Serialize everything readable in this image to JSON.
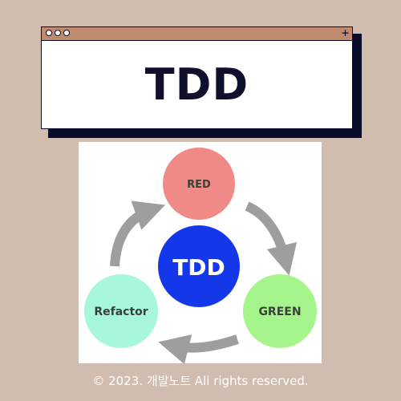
{
  "window": {
    "title": "TDD",
    "plus_label": "+"
  },
  "diagram": {
    "center_label": "TDD",
    "nodes": {
      "red": "RED",
      "green": "GREEN",
      "refactor": "Refactor"
    },
    "colors": {
      "red": "#ef8a86",
      "green": "#a6f58c",
      "refactor": "#a6f7dc",
      "center": "#1537ea",
      "arrows": "#9e9e9e"
    }
  },
  "footer": {
    "copyright": "© 2023. 개발노트 All rights reserved."
  }
}
